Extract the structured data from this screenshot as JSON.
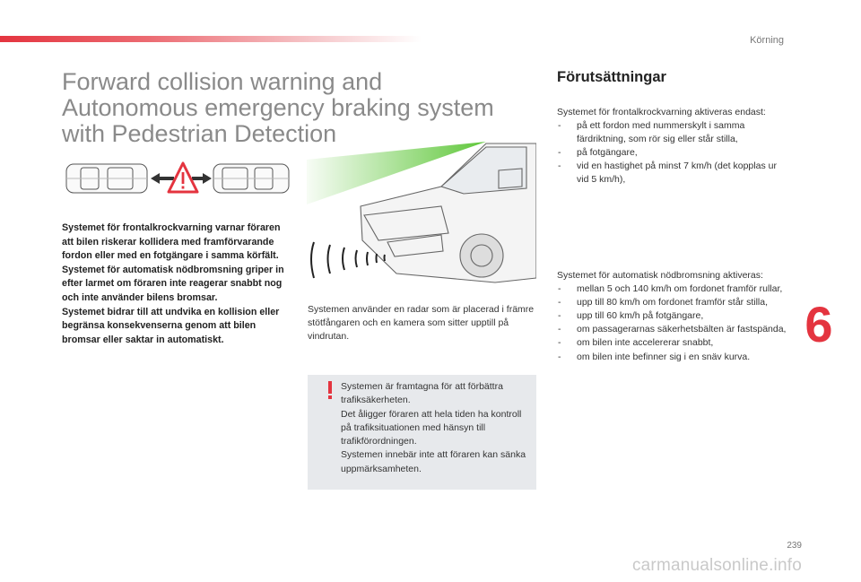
{
  "header": {
    "section": "Körning",
    "accent_color": "#e4343f"
  },
  "title_lines": [
    "Forward collision warning and",
    "Autonomous emergency braking system",
    "with Pedestrian Detection"
  ],
  "left_column": {
    "paragraphs": [
      "Systemet för frontalkrockvarning varnar föraren att bilen riskerar kollidera med framförvarande fordon eller med en fotgängare i samma körfält.",
      "Systemet för automatisk nödbromsning griper in efter larmet om föraren inte reagerar snabbt nog och inte använder bilens bromsar.",
      "Systemet bidrar till att undvika en kollision eller begränsa konsekvenserna genom att bilen bromsar eller saktar in automatiskt."
    ]
  },
  "middle_column": {
    "caption": "Systemen använder en radar som är placerad i främre stötfångaren och en kamera som sitter upptill på vindrutan.",
    "warning_box": {
      "icon": "exclamation-icon",
      "lines": [
        "Systemen är framtagna för att förbättra trafiksäkerheten.",
        "Det åligger föraren att hela tiden ha kontroll på trafiksituationen med hänsyn till trafikförordningen.",
        "Systemen innebär inte att föraren kan sänka uppmärksamheten."
      ]
    }
  },
  "right_column": {
    "heading": "Förutsättningar",
    "block1": {
      "intro": "Systemet för frontalkrockvarning aktiveras endast:",
      "items": [
        "på ett fordon med nummerskylt i samma färdriktning, som rör sig eller står stilla,",
        "på fotgängare,",
        "vid en hastighet på minst 7 km/h (det kopplas ur vid 5 km/h),"
      ]
    },
    "block2": {
      "intro": "Systemet för automatisk nödbromsning aktiveras:",
      "items": [
        "mellan 5 och 140 km/h om fordonet framför rullar,",
        "upp till 80 km/h om fordonet framför står stilla,",
        "upp till 60 km/h på fotgängare,",
        "om passagerarnas säkerhetsbälten är fastspända,",
        "om bilen inte accelererar snabbt,",
        "om bilen inte befinner sig i en snäv kurva."
      ]
    }
  },
  "chapter_number": "6",
  "page_number": "239",
  "watermark": "carmanualsonline.info"
}
